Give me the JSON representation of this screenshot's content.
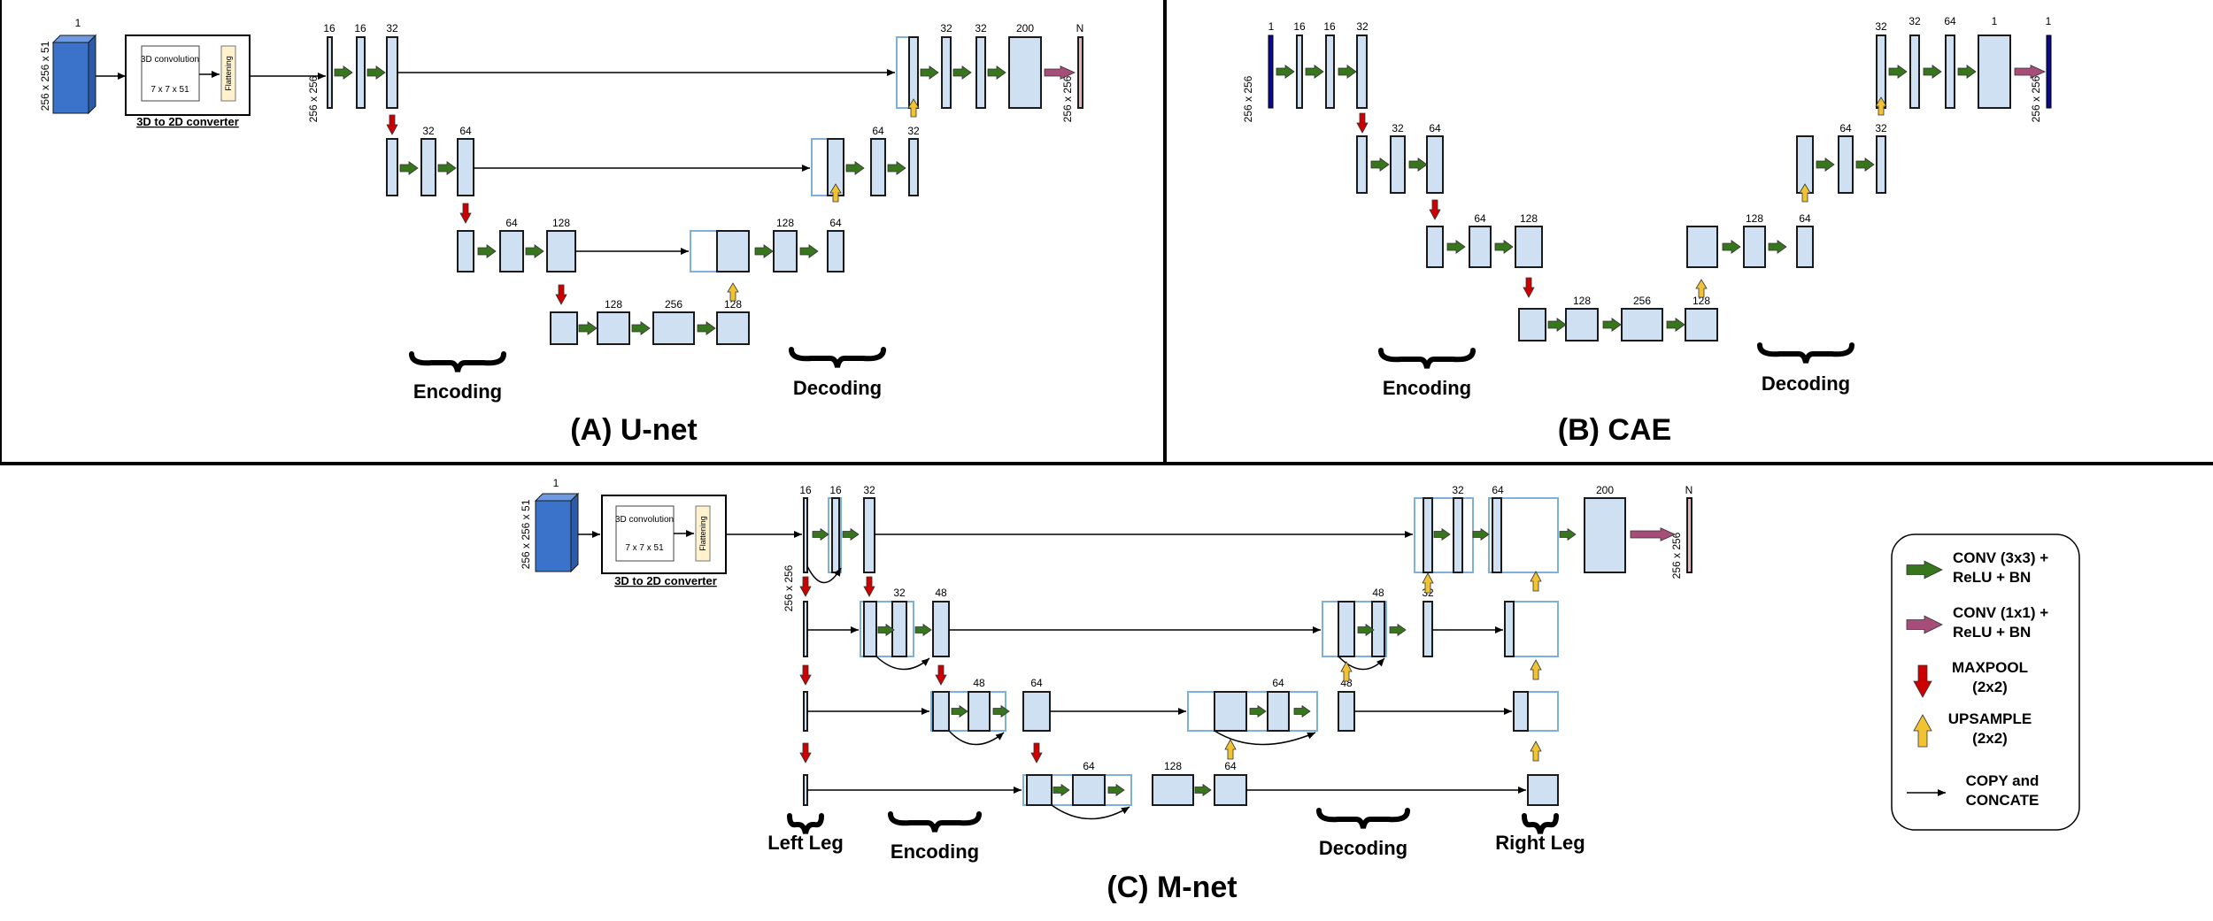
{
  "colors": {
    "block_fill": "#cfe0f3",
    "input_cube": "#3a73c9",
    "conv3x3_arrow": "#38761d",
    "conv1x1_arrow": "#a64d79",
    "maxpool_arrow": "#cc0000",
    "upsample_arrow": "#f1c232",
    "cae_io": "#0a0a8f",
    "output_bar": "#e8b4b8"
  },
  "panels": {
    "unet": {
      "title": "(A) U-net",
      "input_top": "1",
      "input_side": "256 x 256 x 51",
      "converter": {
        "conv": "3D convolution",
        "kernel": "7 x 7 x 51",
        "flatten": "Flattening",
        "caption": "3D to 2D converter"
      },
      "enc_labels": [
        "16",
        "16",
        "32",
        "32",
        "64",
        "64",
        "128",
        "128",
        "256",
        "128"
      ],
      "dec_labels": [
        "128",
        "64",
        "64",
        "32",
        "32",
        "32",
        "200",
        "N"
      ],
      "side_in": "256 x 256",
      "side_out": "256 x 256",
      "encoding": "Encoding",
      "decoding": "Decoding"
    },
    "cae": {
      "title": "(B) CAE",
      "enc_labels": [
        "1",
        "16",
        "16",
        "32",
        "32",
        "64",
        "64",
        "128",
        "128",
        "256",
        "128"
      ],
      "dec_labels": [
        "128",
        "64",
        "64",
        "32",
        "32",
        "32",
        "64",
        "1"
      ],
      "side_in": "256 x 256",
      "side_out": "256 x 256",
      "encoding": "Encoding",
      "decoding": "Decoding"
    },
    "mnet": {
      "title": "(C) M-net",
      "input_top": "1",
      "input_side": "256 x 256 x 51",
      "converter": {
        "conv": "3D convolution",
        "kernel": "7 x 7 x 51",
        "flatten": "Flattening",
        "caption": "3D to 2D converter"
      },
      "labels": [
        "16",
        "16",
        "32",
        "32",
        "48",
        "48",
        "64",
        "64",
        "128",
        "64",
        "64",
        "48",
        "48",
        "32",
        "32",
        "64",
        "200",
        "N"
      ],
      "side_in": "256 x 256",
      "side_out": "256 x 256",
      "left_leg": "Left Leg",
      "right_leg": "Right Leg",
      "encoding": "Encoding",
      "decoding": "Decoding"
    }
  },
  "legend": {
    "conv3x3": "CONV (3x3) + ReLU + BN",
    "conv1x1": "CONV (1x1) + ReLU + BN",
    "maxpool": "MAXPOOL (2x2)",
    "upsample": "UPSAMPLE (2x2)",
    "copy": "COPY and CONCATE"
  }
}
